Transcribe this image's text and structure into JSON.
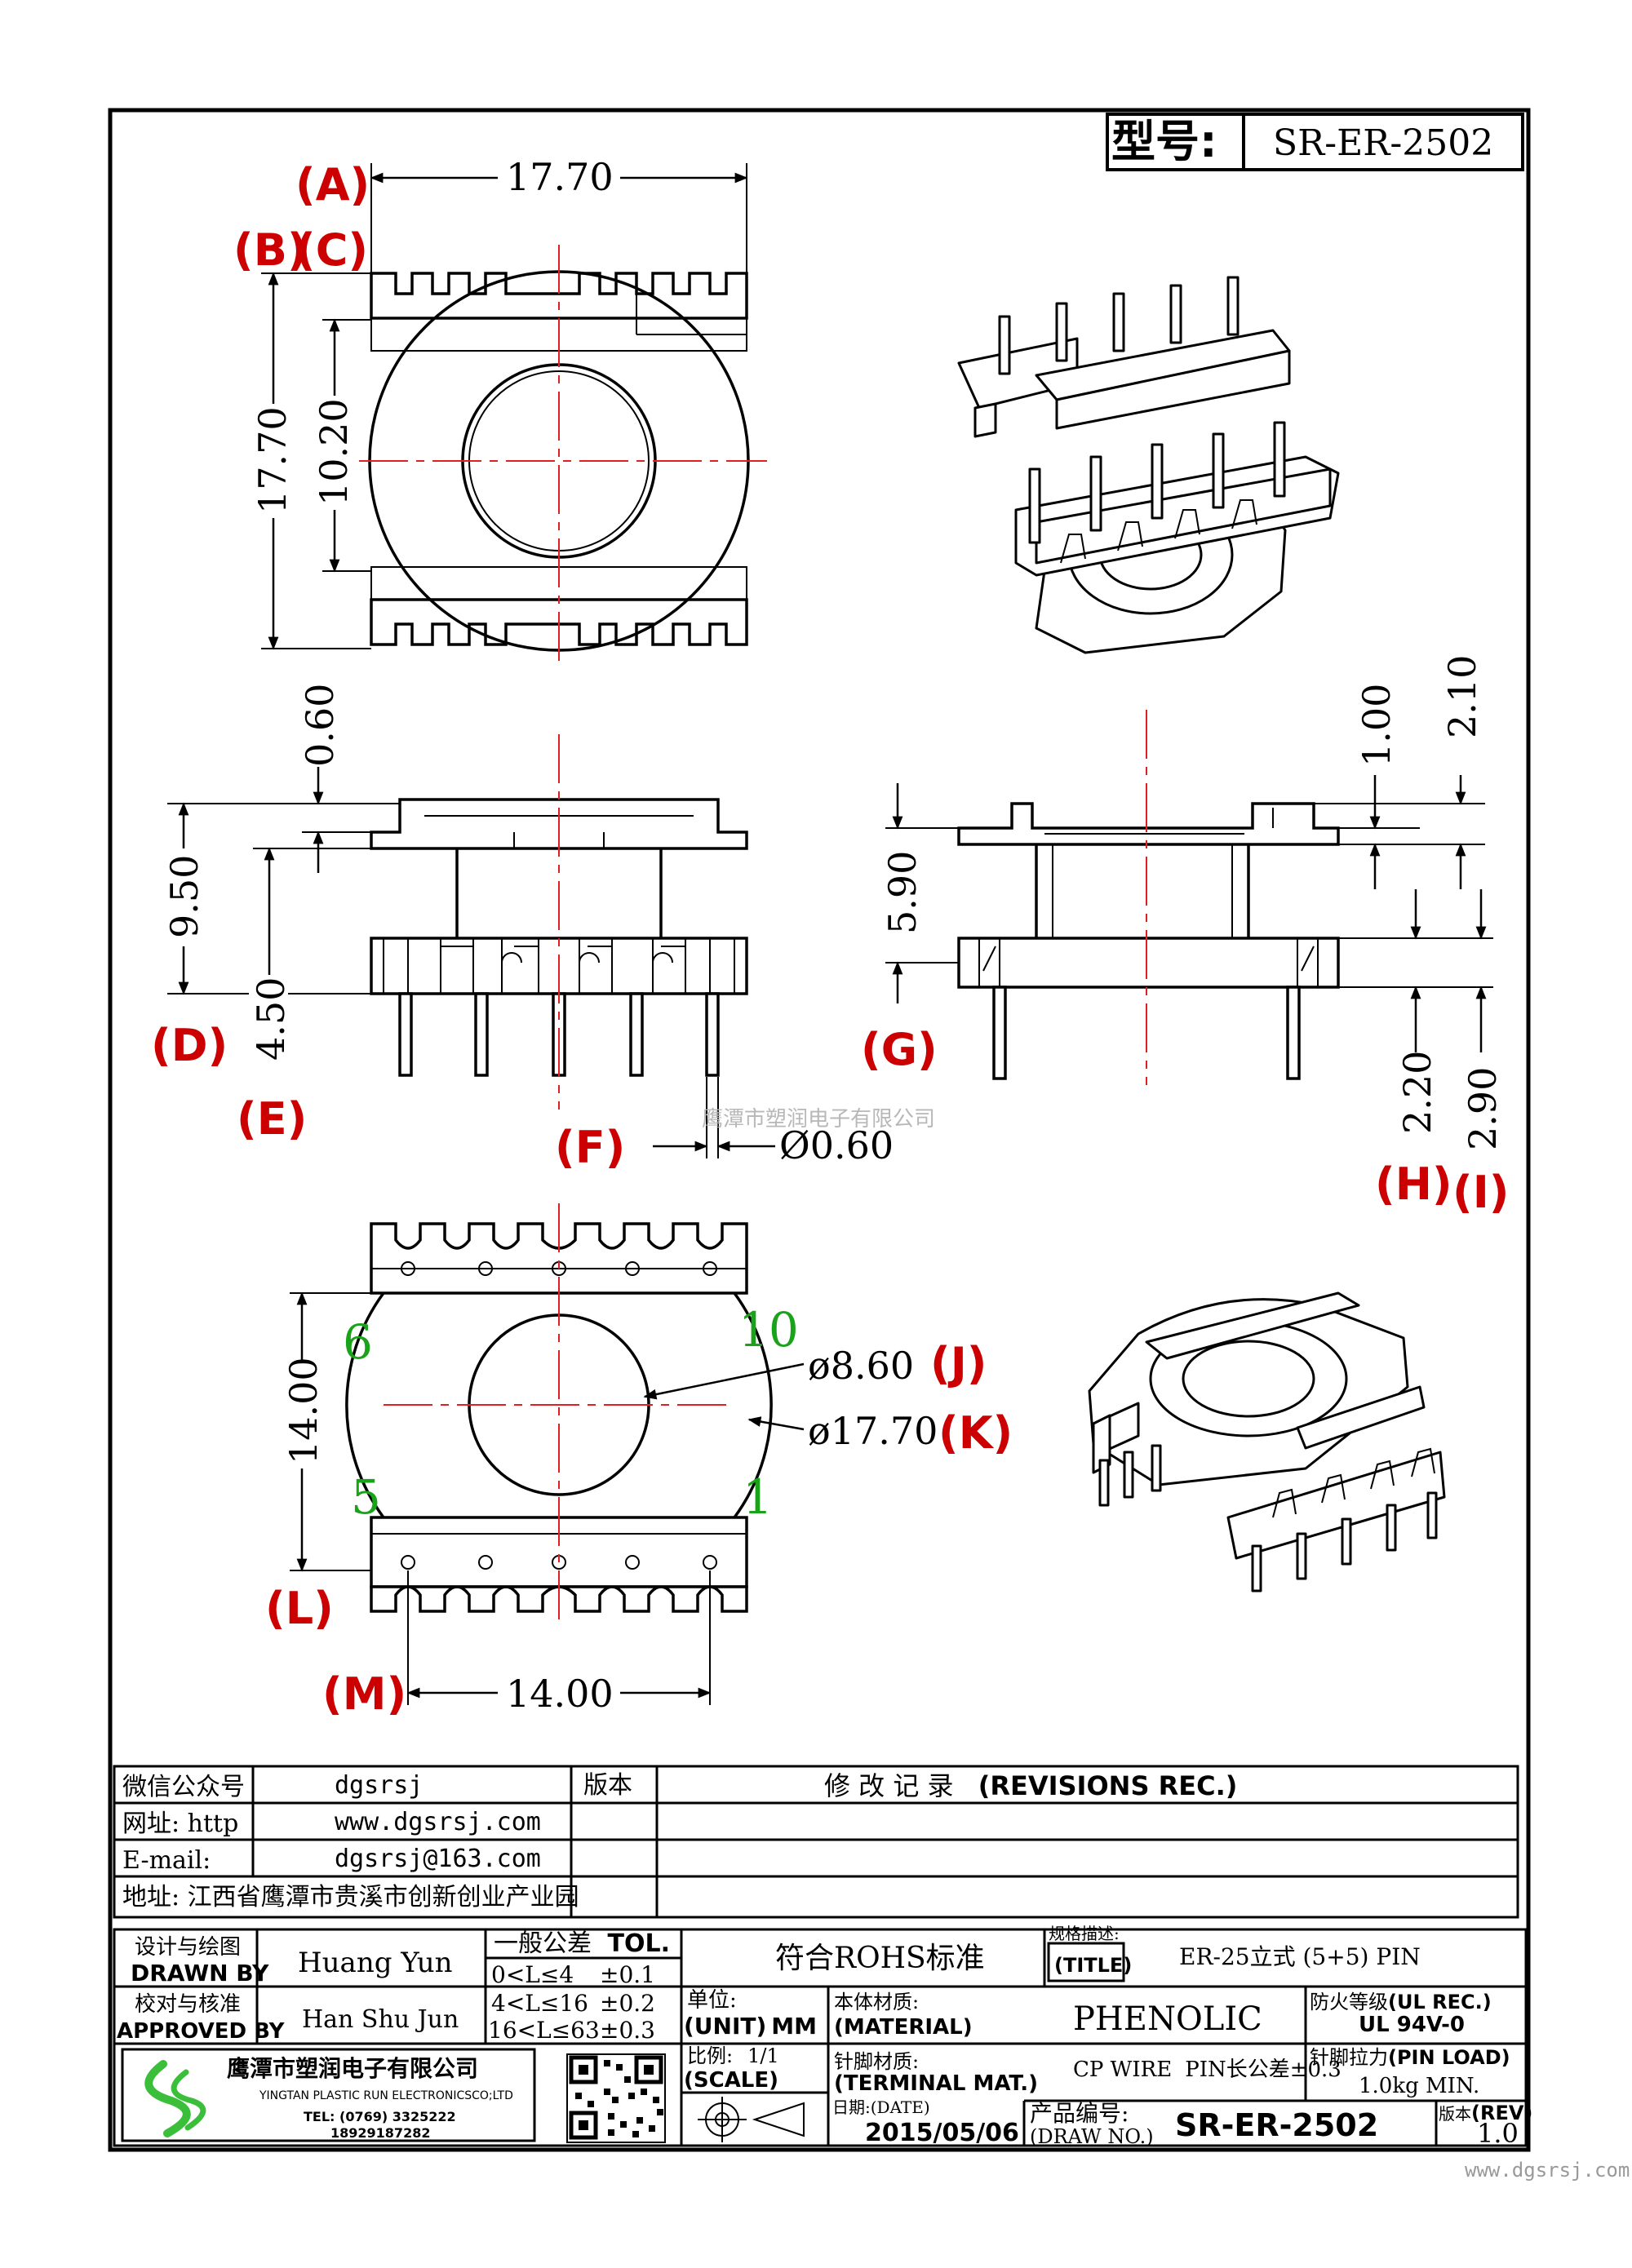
{
  "header": {
    "model_label": "型号:",
    "model_value": "SR-ER-2502"
  },
  "labels": {
    "A": "A",
    "B": "B",
    "C": "C",
    "D": "D",
    "E": "E",
    "F": "F",
    "G": "G",
    "H": "H",
    "I": "I",
    "J": "J",
    "K": "K",
    "L": "L",
    "M": "M"
  },
  "dimensions": {
    "top_width": "17.70",
    "top_height": "17.70",
    "top_inner": "10.20",
    "side_flange": "0.60",
    "side_height": "9.50",
    "side_pin": "4.50",
    "pin_dia": "Ø0.60",
    "right_t1": "1.00",
    "right_t2": "2.10",
    "right_h": "5.90",
    "right_p1": "2.20",
    "right_p2": "2.90",
    "bottom_height": "14.00",
    "bottom_inner": "ø8.60",
    "bottom_outer": "ø17.70",
    "bottom_pitch": "14.00"
  },
  "pin_numbers": {
    "p6": "6",
    "p10": "10",
    "p5": "5",
    "p1": "1"
  },
  "watermark": "鹰潭市塑润电子有限公司",
  "info_table": {
    "rows": [
      {
        "label": "微信公众号",
        "value": "dgsrsj"
      },
      {
        "label": "网址: http",
        "value": "www.dgsrsj.com"
      },
      {
        "label": "E-mail:",
        "value": "dgsrsj@163.com"
      }
    ],
    "address": "地址: 江西省鹰潭市贵溪市创新创业产业园",
    "version_header": "版本",
    "revisions_cn": "修 改 记 录",
    "revisions_en": "(REVISIONS REC.)"
  },
  "title_block": {
    "drawn_cn": "设计与绘图",
    "drawn_en": "DRAWN BY",
    "drawn_name": "Huang Yun",
    "approved_cn": "校对与核准",
    "approved_en": "APPROVED BY",
    "approved_name": "Han Shu Jun",
    "tol_cn": "一般公差",
    "tol_en": "TOL.",
    "tol_rows": [
      {
        "range": "0<L≤4",
        "value": "±0.1"
      },
      {
        "range": "4<L≤16",
        "value": "±0.2"
      },
      {
        "range": "16<L≤63",
        "value": "±0.3"
      }
    ],
    "rohs": "符合ROHS标准",
    "spec_cn": "规格描述:",
    "spec_en": "(TITLE)",
    "spec_value": "ER-25立式 (5+5) PIN",
    "ul_cn": "防火等级",
    "ul_en": "(UL REC.)",
    "ul_value": "UL 94V-0",
    "unit_cn": "单位:",
    "unit_en": "(UNIT)",
    "unit_value": "MM",
    "material_cn": "本体材质:",
    "material_en": "(MATERIAL)",
    "material_value": "PHENOLIC",
    "scale_cn": "比例:",
    "scale_en": "(SCALE)",
    "scale_value": "1/1",
    "terminal_cn": "针脚材质:",
    "terminal_en": "(TERMINAL MAT.)",
    "terminal_value": "CP WIRE",
    "pin_tol": "PIN长公差±0.3",
    "pinload_cn": "针脚拉力",
    "pinload_en": "(PIN LOAD)",
    "pinload_value": "1.0kg MIN.",
    "date_cn": "日期:(DATE)",
    "date_value": "2015/05/06",
    "drawno_cn": "产品编号:",
    "drawno_en": "(DRAW NO.)",
    "drawno_value": "SR-ER-2502",
    "rev_cn": "版本",
    "rev_en": "(REV)",
    "rev_value": "1.0",
    "company_cn": "鹰潭市塑润电子有限公司",
    "company_en": "YINGTAN PLASTIC RUN ELECTRONICSCO;LTD",
    "tel": "TEL: (0769) 3325222",
    "mobile": "18929187282"
  },
  "footer_url": "www.dgsrsj.com"
}
